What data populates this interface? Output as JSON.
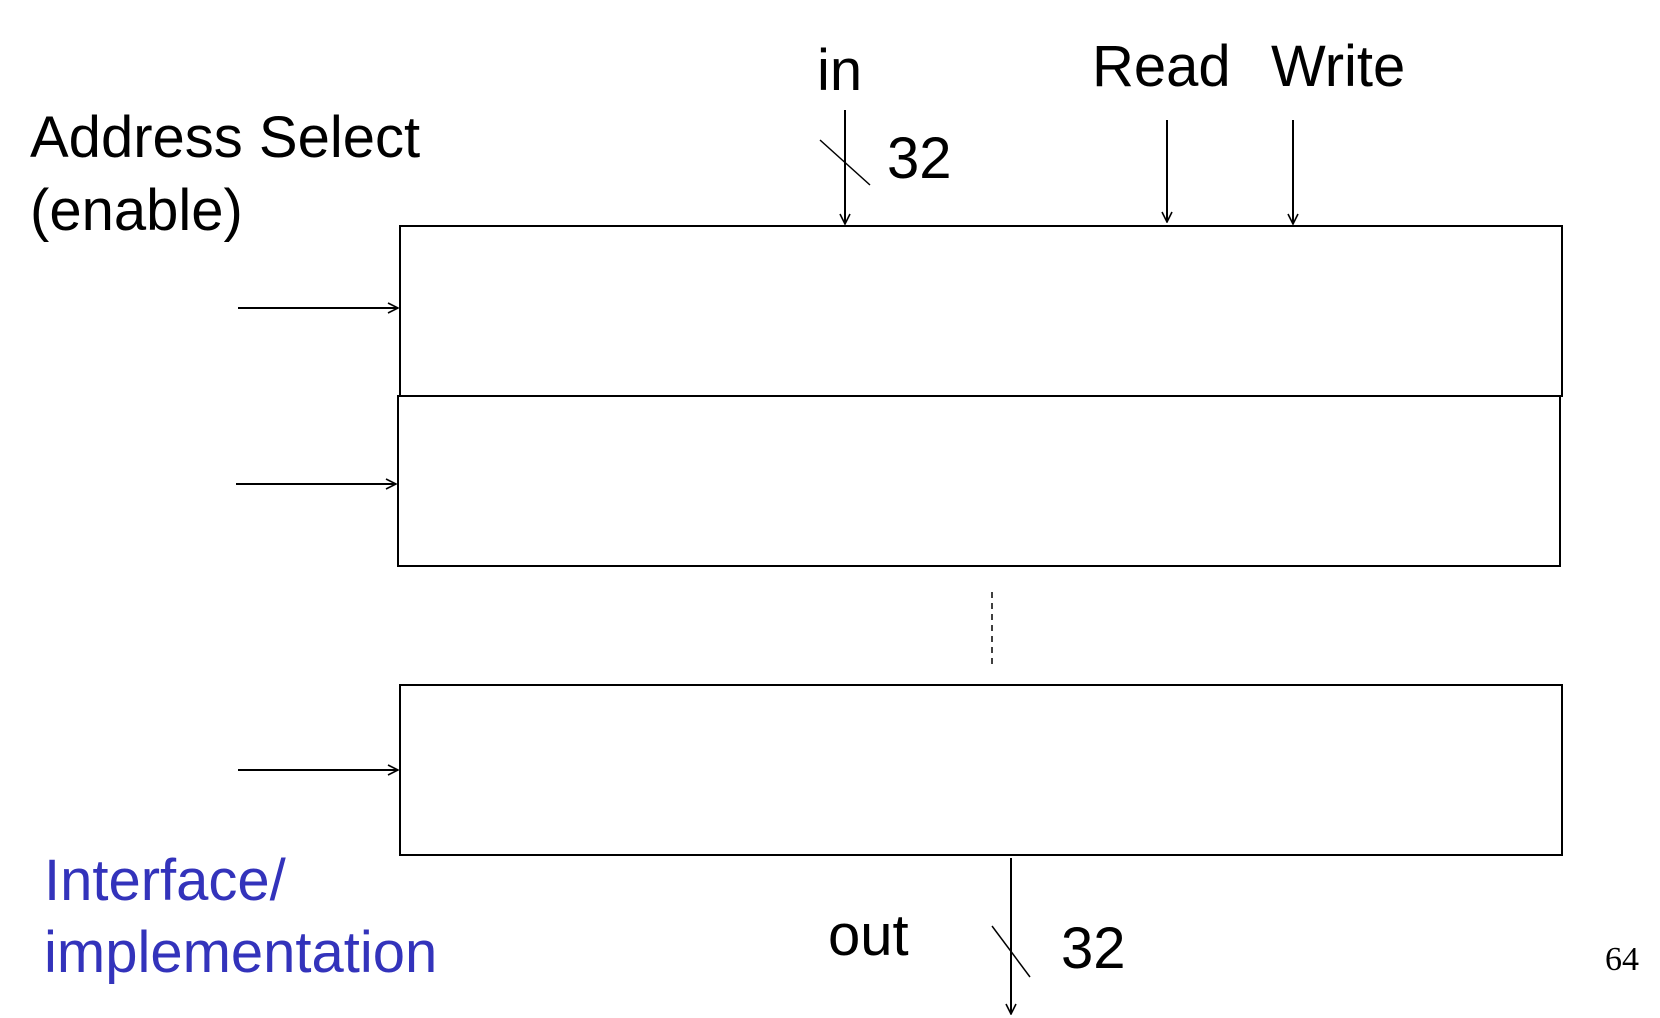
{
  "labels": {
    "address_select_line1": "Address Select",
    "address_select_line2": "(enable)",
    "in": "in",
    "in_width": "32",
    "read": "Read",
    "write": "Write",
    "out": "out",
    "out_width": "32",
    "interface_line1": "Interface/",
    "interface_line2": "implementation",
    "page_number": "64"
  },
  "colors": {
    "text": "#000000",
    "accent_blue": "#3333bb",
    "background": "#ffffff"
  }
}
